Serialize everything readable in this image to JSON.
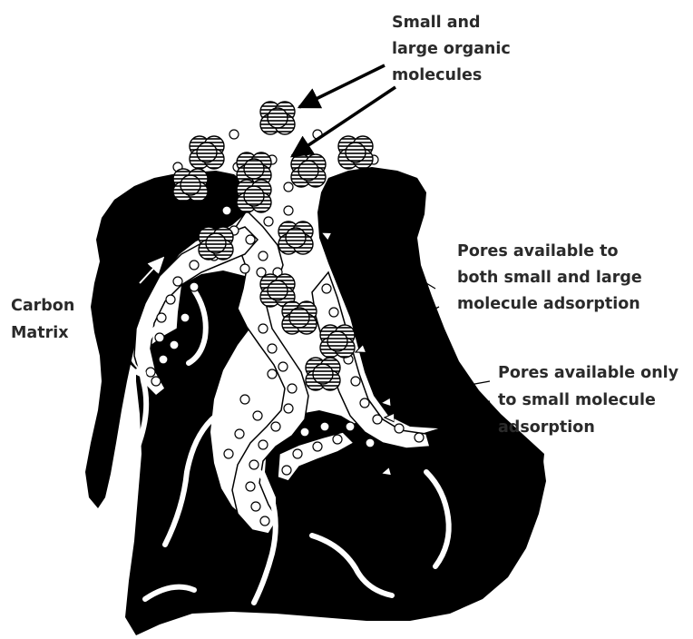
{
  "labels": {
    "molecules": [
      "Small and",
      "large organic",
      "molecules"
    ],
    "carbon_matrix": [
      "Carbon",
      "Matrix"
    ],
    "pores_both": [
      "Pores available to",
      "both small and large",
      "molecule adsorption"
    ],
    "pores_small": [
      "Pores available only",
      "to small molecule",
      "adsorption"
    ]
  },
  "colors": {
    "carbon": "#000000",
    "pore": "#ffffff",
    "text": "#2a2a2a",
    "hatch": "#000000"
  }
}
